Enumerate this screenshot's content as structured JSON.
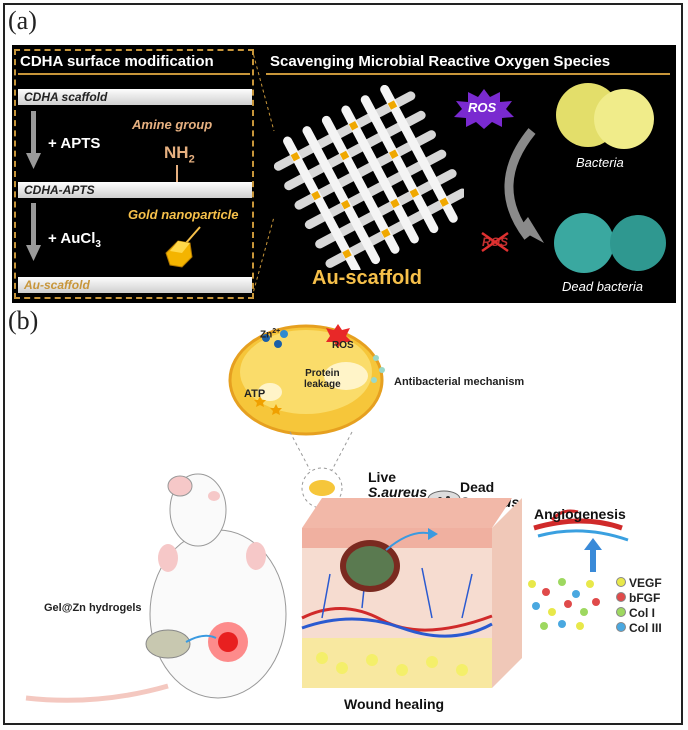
{
  "panel_a": {
    "label": "(a)",
    "left_title": "CDHA surface modification",
    "right_title": "Scavenging Microbial Reactive Oxygen Species",
    "steps": [
      "CDHA scaffold",
      "CDHA-APTS",
      "Au-scaffold"
    ],
    "reagent_1": "+ APTS",
    "reagent_2_prefix": "+ AuCl",
    "reagent_2_sub": "3",
    "amine_label": "Amine group",
    "nh2_main": "NH",
    "nh2_sub": "2",
    "gold_label": "Gold nanoparticle",
    "scaffold_label": "Au-scaffold",
    "ros_top": "ROS",
    "ros_bottom": "ROS",
    "bacteria": "Bacteria",
    "dead_bacteria": "Dead bacteria"
  },
  "panel_b": {
    "label": "(b)",
    "zn": "Zn",
    "zn_sup": "2+",
    "ros": "ROS",
    "atp": "ATP",
    "protein_1": "Protein",
    "protein_2": "leakage",
    "mechanism": "Antibacterial mechanism",
    "live_1": "Live",
    "live_2": "S.aureus",
    "dead_1": "Dead",
    "dead_2": "S.aureus",
    "angiogenesis": "Angiogenesis",
    "hydrogel": "Gel@Zn hydrogels",
    "wound": "Wound healing",
    "factors": [
      {
        "name": "VEGF",
        "color": "#e8e84a"
      },
      {
        "name": "bFGF",
        "color": "#e04a4a"
      },
      {
        "name": "Col I",
        "color": "#9ed860"
      },
      {
        "name": "Col III",
        "color": "#4aa8e0"
      }
    ]
  }
}
